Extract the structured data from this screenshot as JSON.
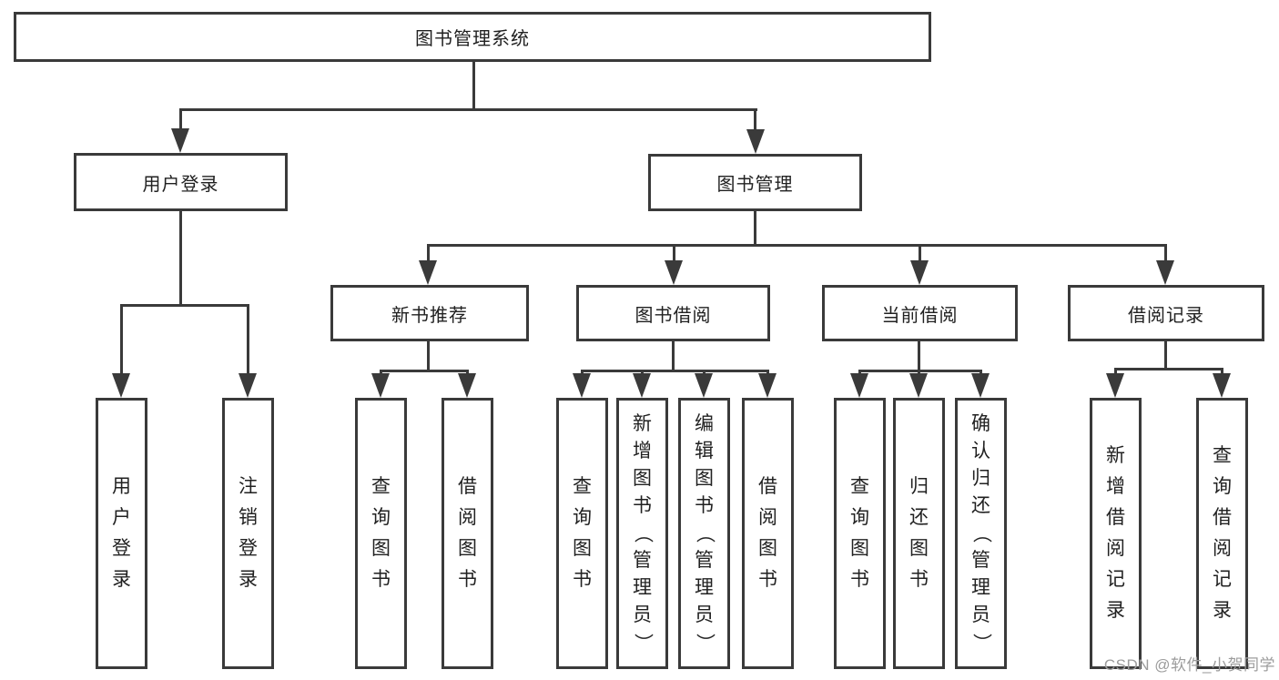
{
  "diagram_title": "图书管理系统",
  "nodes": {
    "root": {
      "label": "图书管理系统"
    },
    "user_login": {
      "label": "用户登录"
    },
    "book_mgmt": {
      "label": "图书管理"
    },
    "new_book_rec": {
      "label": "新书推荐"
    },
    "book_borrow": {
      "label": "图书借阅"
    },
    "current_borrow": {
      "label": "当前借阅"
    },
    "borrow_records": {
      "label": "借阅记录"
    },
    "leaves": [
      {
        "id": "user-login",
        "label": "用户登录"
      },
      {
        "id": "logout",
        "label": "注销登录"
      },
      {
        "id": "query-book-rec",
        "label": "查询图书"
      },
      {
        "id": "borrow-book-rec",
        "label": "借阅图书"
      },
      {
        "id": "query-book-borrow",
        "label": "查询图书"
      },
      {
        "id": "add-book-admin",
        "label": "新增图书（管理员）"
      },
      {
        "id": "edit-book-admin",
        "label": "编辑图书（管理员）"
      },
      {
        "id": "borrow-book-borrow",
        "label": "借阅图书"
      },
      {
        "id": "query-book-current",
        "label": "查询图书"
      },
      {
        "id": "return-book",
        "label": "归还图书"
      },
      {
        "id": "confirm-return-admin",
        "label": "确认归还（管理员）"
      },
      {
        "id": "add-borrow-record",
        "label": "新增借阅记录"
      },
      {
        "id": "query-borrow-record",
        "label": "查询借阅记录"
      }
    ]
  },
  "watermark": {
    "text": "CSDN @软件_小贺同学"
  },
  "colors": {
    "line": "#3a3a3a",
    "text": "#212121",
    "watermark": "#9c9c9c",
    "background": "#ffffff"
  }
}
